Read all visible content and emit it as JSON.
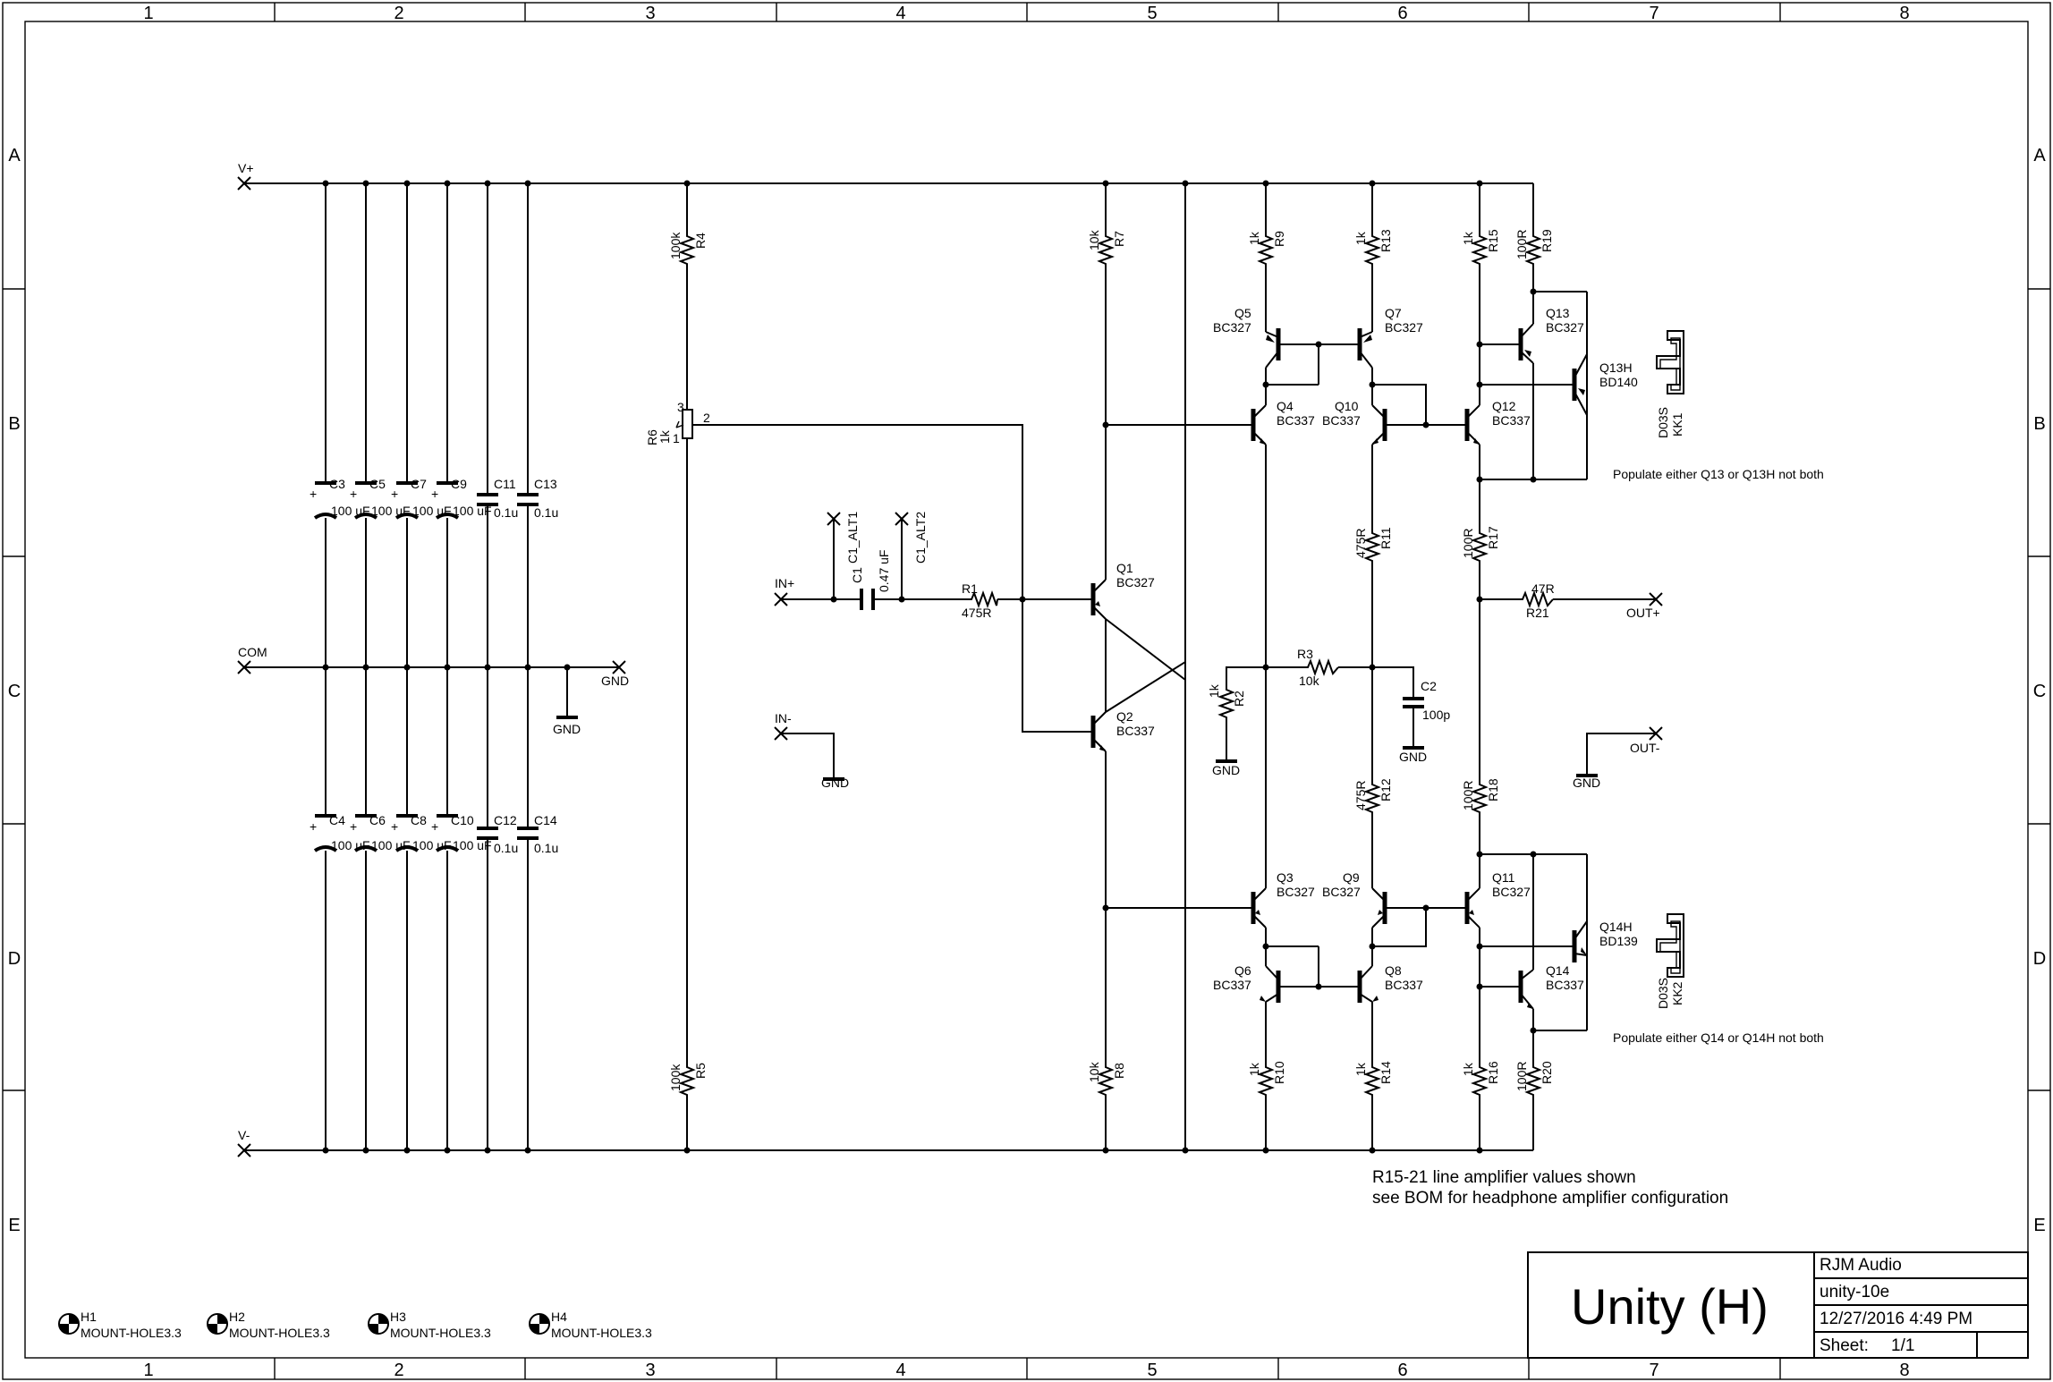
{
  "frame": {
    "columns": [
      "1",
      "2",
      "3",
      "4",
      "5",
      "6",
      "7",
      "8"
    ],
    "rows": [
      "A",
      "B",
      "C",
      "D",
      "E"
    ]
  },
  "nets": {
    "vplus": "V+",
    "vminus": "V-",
    "com": "COM",
    "gnd": "GND",
    "in_plus": "IN+",
    "in_minus": "IN-",
    "out_plus": "OUT+",
    "out_minus": "OUT-",
    "c1_alt1": "C1_ALT1",
    "c1_alt2": "C1_ALT2"
  },
  "components": {
    "C3": {
      "ref": "C3",
      "value": "100 uF"
    },
    "C5": {
      "ref": "C5",
      "value": "100 uF"
    },
    "C7": {
      "ref": "C7",
      "value": "100 uF"
    },
    "C9": {
      "ref": "C9",
      "value": "100 uF"
    },
    "C11": {
      "ref": "C11",
      "value": "0.1u"
    },
    "C13": {
      "ref": "C13",
      "value": "0.1u"
    },
    "C4": {
      "ref": "C4",
      "value": "100 uF"
    },
    "C6": {
      "ref": "C6",
      "value": "100 uF"
    },
    "C8": {
      "ref": "C8",
      "value": "100 uF"
    },
    "C10": {
      "ref": "C10",
      "value": "100 uF"
    },
    "C12": {
      "ref": "C12",
      "value": "0.1u"
    },
    "C14": {
      "ref": "C14",
      "value": "0.1u"
    },
    "C1": {
      "ref": "C1",
      "value": "0.47 uF"
    },
    "C2": {
      "ref": "C2",
      "value": "100p"
    },
    "R1": {
      "ref": "R1",
      "value": "475R"
    },
    "R2": {
      "ref": "R2",
      "value": "1k"
    },
    "R3": {
      "ref": "R3",
      "value": "10k"
    },
    "R4": {
      "ref": "R4",
      "value": "100k"
    },
    "R5": {
      "ref": "R5",
      "value": "100k"
    },
    "R6": {
      "ref": "R6",
      "value": "1k",
      "pin1": "1",
      "pin2": "2",
      "pin3": "3"
    },
    "R7": {
      "ref": "R7",
      "value": "10k"
    },
    "R8": {
      "ref": "R8",
      "value": "10k"
    },
    "R9": {
      "ref": "R9",
      "value": "1k"
    },
    "R10": {
      "ref": "R10",
      "value": "1k"
    },
    "R11": {
      "ref": "R11",
      "value": "475R"
    },
    "R12": {
      "ref": "R12",
      "value": "475R"
    },
    "R13": {
      "ref": "R13",
      "value": "1k"
    },
    "R14": {
      "ref": "R14",
      "value": "1k"
    },
    "R15": {
      "ref": "R15",
      "value": "1k"
    },
    "R16": {
      "ref": "R16",
      "value": "1k"
    },
    "R17": {
      "ref": "R17",
      "value": "100R"
    },
    "R18": {
      "ref": "R18",
      "value": "100R"
    },
    "R19": {
      "ref": "R19",
      "value": "100R"
    },
    "R20": {
      "ref": "R20",
      "value": "100R"
    },
    "R21": {
      "ref": "R21",
      "value": "47R"
    },
    "Q1": {
      "ref": "Q1",
      "value": "BC327"
    },
    "Q2": {
      "ref": "Q2",
      "value": "BC337"
    },
    "Q3": {
      "ref": "Q3",
      "value": "BC327"
    },
    "Q4": {
      "ref": "Q4",
      "value": "BC337"
    },
    "Q5": {
      "ref": "Q5",
      "value": "BC327"
    },
    "Q6": {
      "ref": "Q6",
      "value": "BC337"
    },
    "Q7": {
      "ref": "Q7",
      "value": "BC327"
    },
    "Q8": {
      "ref": "Q8",
      "value": "BC337"
    },
    "Q9": {
      "ref": "Q9",
      "value": "BC327"
    },
    "Q10": {
      "ref": "Q10",
      "value": "BC337"
    },
    "Q11": {
      "ref": "Q11",
      "value": "BC327"
    },
    "Q12": {
      "ref": "Q12",
      "value": "BC337"
    },
    "Q13": {
      "ref": "Q13",
      "value": "BC327"
    },
    "Q14": {
      "ref": "Q14",
      "value": "BC337"
    },
    "Q13H": {
      "ref": "Q13H",
      "value": "BD140"
    },
    "Q14H": {
      "ref": "Q14H",
      "value": "BD139"
    },
    "KK1": {
      "ref": "KK1",
      "value": "D03S"
    },
    "KK2": {
      "ref": "KK2",
      "value": "D03S"
    },
    "H1": {
      "ref": "H1",
      "value": "MOUNT-HOLE3.3"
    },
    "H2": {
      "ref": "H2",
      "value": "MOUNT-HOLE3.3"
    },
    "H3": {
      "ref": "H3",
      "value": "MOUNT-HOLE3.3"
    },
    "H4": {
      "ref": "H4",
      "value": "MOUNT-HOLE3.3"
    }
  },
  "notes": {
    "populate_top": "Populate either Q13 or Q13H not both",
    "populate_bottom": "Populate either Q14 or Q14H not both",
    "bom_line1": "R15-21 line amplifier values shown",
    "bom_line2": "see BOM for headphone amplifier configuration"
  },
  "title_block": {
    "title": "Unity (H)",
    "company": "RJM Audio",
    "document": "unity-10e",
    "date": "12/27/2016 4:49 PM",
    "sheet_label": "Sheet:",
    "sheet_value": "1/1"
  }
}
